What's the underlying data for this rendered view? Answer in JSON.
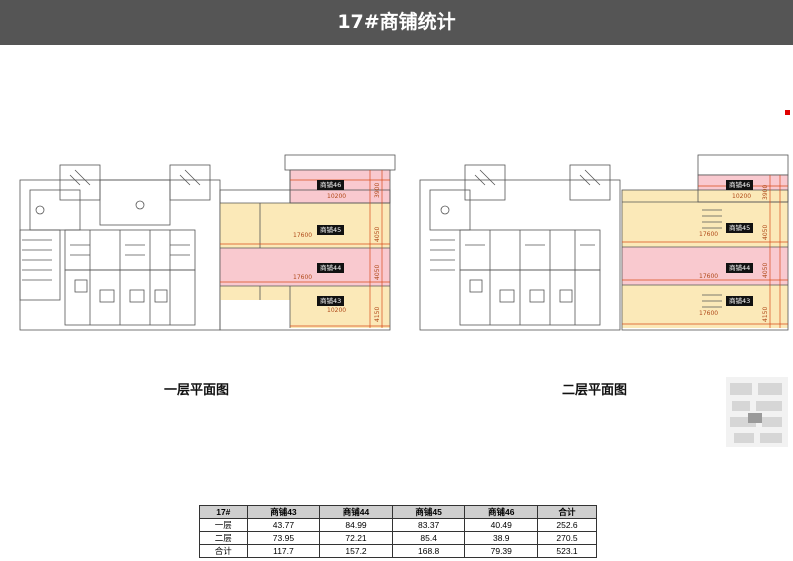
{
  "header": {
    "title": "17#商铺统计"
  },
  "plans": [
    {
      "caption": "一层平面图",
      "shops": [
        "商铺46",
        "商铺45",
        "商铺44",
        "商铺43"
      ],
      "dims_h": [
        "10200",
        "17600",
        "17600",
        "10200"
      ],
      "dims_v": [
        "3900",
        "4050",
        "4050",
        "4150"
      ]
    },
    {
      "caption": "二层平面图",
      "shops": [
        "商铺46",
        "商铺45",
        "商铺44",
        "商铺43"
      ],
      "dims_h": [
        "10200",
        "17600",
        "17600",
        "17600"
      ],
      "dims_v": [
        "3900",
        "4050",
        "4050",
        "4150"
      ]
    }
  ],
  "table": {
    "headers": [
      "17#",
      "商铺43",
      "商铺44",
      "商铺45",
      "商铺46",
      "合计"
    ],
    "rows": [
      [
        "一层",
        "43.77",
        "84.99",
        "83.37",
        "40.49",
        "252.6"
      ],
      [
        "二层",
        "73.95",
        "72.21",
        "85.4",
        "38.9",
        "270.5"
      ],
      [
        "合计",
        "117.7",
        "157.2",
        "168.8",
        "79.39",
        "523.1"
      ]
    ]
  },
  "colors": {
    "header_bg": "#555555",
    "shop_pink": "#f9c9cf",
    "shop_yellow": "#fbe9b8",
    "dimension": "#b04a1a",
    "accent_red": "#e00000"
  }
}
